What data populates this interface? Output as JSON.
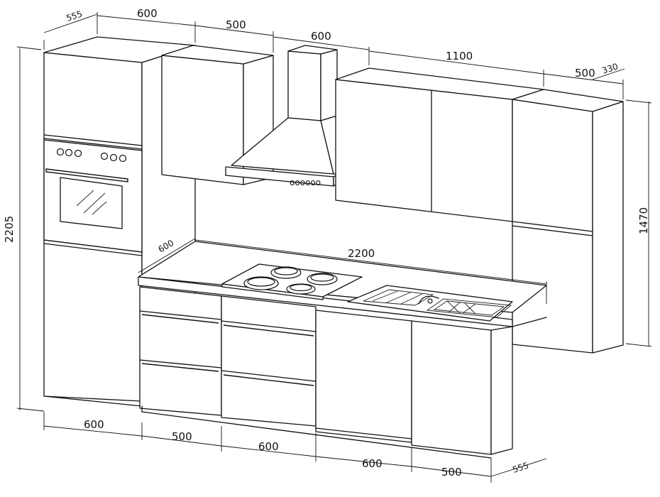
{
  "dimensions": {
    "top_depth_left": "555",
    "top_tall_cabinet_width": "600",
    "top_wall_cabinet_width": "500",
    "top_hood_width": "600",
    "top_double_wall_width": "1100",
    "top_right_tall_width": "500",
    "top_right_depth": "330",
    "height_total": "2205",
    "height_right": "1470",
    "counter_depth": "600",
    "counter_length": "2200",
    "bottom_tall_width": "600",
    "bottom_drawer_left_width": "500",
    "bottom_drawer_right_width": "600",
    "bottom_dishwasher_width": "600",
    "bottom_sink_base_width": "500",
    "bottom_depth_right": "555"
  },
  "stove_panel_label": "oooooo"
}
